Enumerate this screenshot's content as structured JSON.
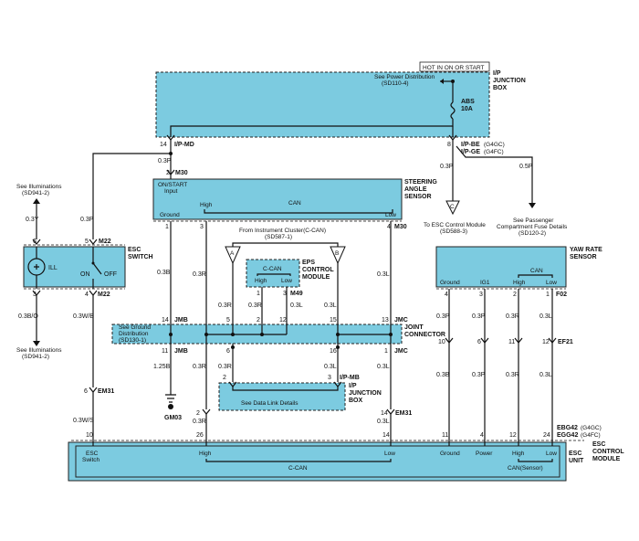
{
  "top": {
    "hot_label": "HOT IN ON OR START",
    "title_line1": "I/P",
    "title_line2": "JUNCTION",
    "title_line3": "BOX",
    "see_line1": "See Power Distribution",
    "see_line2": "(SD110-4)",
    "fuse_name": "ABS",
    "fuse_rating": "10A"
  },
  "pins": {
    "ipmd_num": "14",
    "ipmd_label": "I/P-MD",
    "ipbe_num": "8",
    "ipbe_label": "I/P-BE",
    "ipbe_var": "(G4GC)",
    "ipge_label": "I/P-GE",
    "ipge_var": "(G4FC)",
    "m30_num": "2",
    "m30_label": "M30"
  },
  "wires": {
    "w03p": "0.3P",
    "w05p": "0.5P",
    "w03y": "0.3Y",
    "w03b": "0.3B",
    "w03r": "0.3R",
    "w03l": "0.3L",
    "w03bo": "0.3B/O",
    "w03wb": "0.3W/B",
    "w125b": "1.25B",
    "w03ws": "0.3W/S"
  },
  "illum": {
    "top_line1": "See Illuminations",
    "top_line2": "(SD941-2)",
    "bottom_line1": "See Illuminations",
    "bottom_line2": "(SD941-2)"
  },
  "esc_switch": {
    "title_line1": "ESC",
    "title_line2": "SWITCH",
    "ill": "ILL",
    "on": "ON",
    "off": "OFF",
    "pin6": "6",
    "pin5": "5",
    "pin3": "3",
    "pin4": "4",
    "m22_top": "M22",
    "m22_bottom": "M22"
  },
  "sas": {
    "title_line1": "STEERING",
    "title_line2": "ANGLE",
    "title_line3": "SENSOR",
    "input_line1": "ON/START",
    "input_line2": "Input",
    "ground": "Ground",
    "high": "High",
    "can": "CAN",
    "low": "Low",
    "pin1": "1",
    "pin3": "3",
    "pin4": "4",
    "m30": "M30"
  },
  "esc_control_ref": {
    "connector": "C",
    "line1": "To ESC Control Module",
    "line2": "(SD588-3)"
  },
  "passenger_ref": {
    "line1": "See Passenger",
    "line2": "Compartment Fuse Details",
    "line3": "(SD120-2)"
  },
  "cluster": {
    "line1": "From Instrument Cluster(C-CAN)",
    "line2": "(SD587-1)",
    "conn_a": "A",
    "conn_b": "B"
  },
  "eps": {
    "title_line1": "EPS",
    "title_line2": "CONTROL",
    "title_line3": "MODULE",
    "ccan": "C-CAN",
    "high": "High",
    "low": "Low",
    "pin1": "1",
    "pin3": "3",
    "m49": "M49"
  },
  "yaw": {
    "title_line1": "YAW RATE",
    "title_line2": "SENSOR",
    "ground": "Ground",
    "ig1": "IG1",
    "can": "CAN",
    "high": "High",
    "low": "Low",
    "pin4": "4",
    "pin3": "3",
    "pin2": "2",
    "pin1": "1",
    "f02": "F02"
  },
  "joint": {
    "title_line1": "JOINT",
    "title_line2": "CONNECTOR",
    "see_line1": "See Ground",
    "see_line2": "Distribution",
    "see_line3": "(SD130-1)",
    "jmb_top": "JMB",
    "jmc_top": "JMC",
    "jmb_bottom": "JMB",
    "jmc_bottom": "JMC",
    "top_pins": [
      "14",
      "5",
      "2",
      "12",
      "15",
      "13"
    ],
    "bottom_pins": [
      "11",
      "6",
      "16",
      "1"
    ]
  },
  "ipmb": {
    "title_line1": "I/P",
    "title_line2": "JUNCTION",
    "title_line3": "BOX",
    "see": "See Data Link Details",
    "pin2": "2",
    "pin3": "3",
    "label": "I/P-MB"
  },
  "ground": {
    "label": "GM03"
  },
  "connectors": {
    "em31_left_num": "6",
    "em31_left": "EM31",
    "em31_right_pins": [
      "2",
      "14"
    ],
    "em31_right": "EM31",
    "ef21_pins": [
      "10",
      "6",
      "11",
      "12"
    ],
    "ef21": "EF21"
  },
  "esc_unit": {
    "title_line1": "ESC",
    "title_line2": "UNIT",
    "module_line1": "ESC",
    "module_line2": "CONTROL",
    "module_line3": "MODULE",
    "esc_switch_line1": "ESC",
    "esc_switch_line2": "Switch",
    "high": "High",
    "ccan": "C-CAN",
    "low": "Low",
    "ground": "Ground",
    "power": "Power",
    "sensor_high": "High",
    "sensor_low": "Low",
    "can_sensor": "CAN(Sensor)",
    "pins": [
      "10",
      "26",
      "14",
      "11",
      "4",
      "12",
      "24"
    ],
    "ebg42": "EBG42",
    "ebg42_var": "(G4GC)",
    "egg42": "EGG42",
    "egg42_var": "(G4FC)"
  }
}
